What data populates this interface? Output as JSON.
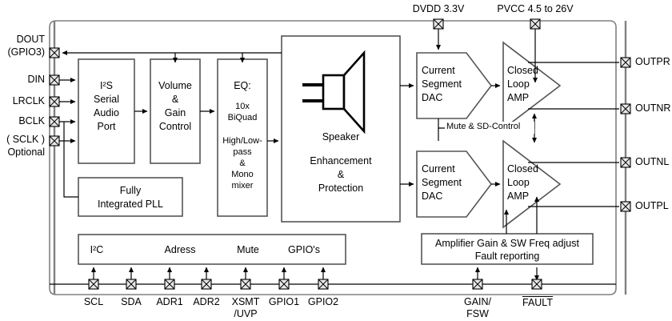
{
  "diagram": {
    "title_semantic": "audio-amplifier-block-diagram",
    "colors": {
      "frame_stroke": "#808080",
      "block_stroke": "#555555",
      "line_stroke": "#000000",
      "background": "#ffffff",
      "text": "#000000"
    }
  },
  "supply_pins": [
    {
      "label": "DVDD 3.3V",
      "name": "dvdd-supply-pin"
    },
    {
      "label": "PVCC 4.5 to 26V",
      "name": "pvcc-supply-pin"
    }
  ],
  "left_pins": [
    {
      "label": "DOUT",
      "sublabel": "(GPIO3)",
      "name": "pin-dout-gpio3"
    },
    {
      "label": "DIN",
      "sublabel": "",
      "name": "pin-din"
    },
    {
      "label": "LRCLK",
      "sublabel": "",
      "name": "pin-lrclk"
    },
    {
      "label": "BCLK",
      "sublabel": "",
      "name": "pin-bclk"
    },
    {
      "label": "( SCLK )",
      "sublabel": "Optional",
      "name": "pin-sclk-optional"
    }
  ],
  "right_pins": [
    {
      "label": "OUTPR",
      "name": "pin-outpr"
    },
    {
      "label": "OUTNR",
      "name": "pin-outnr"
    },
    {
      "label": "OUTNL",
      "name": "pin-outnl"
    },
    {
      "label": "OUTPL",
      "name": "pin-outpl"
    }
  ],
  "bottom_pins": [
    {
      "label": "SCL",
      "sublabel": "",
      "name": "pin-scl"
    },
    {
      "label": "SDA",
      "sublabel": "",
      "name": "pin-sda"
    },
    {
      "label": "ADR1",
      "sublabel": "",
      "name": "pin-adr1"
    },
    {
      "label": "ADR2",
      "sublabel": "",
      "name": "pin-adr2"
    },
    {
      "label": "XSMT",
      "sublabel": "/UVP",
      "name": "pin-xsmt-uvp"
    },
    {
      "label": "GPIO1",
      "sublabel": "",
      "name": "pin-gpio1"
    },
    {
      "label": "GPIO2",
      "sublabel": "",
      "name": "pin-gpio2"
    }
  ],
  "bottom_right_pins": [
    {
      "label": "GAIN/",
      "sublabel": "FSW",
      "overline": false,
      "name": "pin-gain-fsw"
    },
    {
      "label": "FAULT",
      "sublabel": "",
      "overline": true,
      "name": "pin-fault"
    }
  ],
  "blocks": {
    "i2s": {
      "lines": [
        "I²S",
        "Serial",
        "Audio",
        "Port"
      ],
      "name": "block-i2s-serial-audio-port"
    },
    "volume": {
      "lines": [
        "Volume",
        "&",
        "Gain",
        "Control"
      ],
      "name": "block-volume-gain-control"
    },
    "eq": {
      "heading": "EQ:",
      "group1": [
        "10x",
        "BiQuad"
      ],
      "group2": [
        "High/Low-",
        "pass",
        "&",
        "Mono",
        "mixer"
      ],
      "name": "block-eq"
    },
    "pll": {
      "lines": [
        "Fully",
        "Integrated PLL"
      ],
      "name": "block-fully-integrated-pll"
    },
    "speaker": {
      "caption": "Speaker",
      "lines": [
        "Enhancement",
        "&",
        "Protection"
      ],
      "icon": "speaker-icon",
      "name": "block-speaker-enhancement-protection"
    },
    "dac_top": {
      "lines": [
        "Current",
        "Segment",
        "DAC"
      ],
      "name": "block-current-segment-dac-right"
    },
    "dac_bottom": {
      "lines": [
        "Current",
        "Segment",
        "DAC"
      ],
      "name": "block-current-segment-dac-left"
    },
    "amp_top": {
      "lines": [
        "Closed",
        "Loop",
        "AMP"
      ],
      "name": "block-closed-loop-amp-right"
    },
    "amp_bottom": {
      "lines": [
        "Closed",
        "Loop",
        "AMP"
      ],
      "name": "block-closed-loop-amp-left"
    },
    "control": {
      "headers": [
        "I²C",
        "Adress",
        "Mute",
        "GPIO's"
      ],
      "name": "block-control-interface"
    },
    "gain_fault": {
      "lines": [
        "Amplifier Gain & SW Freq adjust",
        "Fault reporting"
      ],
      "name": "block-amplifier-gain-fault-reporting"
    }
  },
  "annotations": [
    {
      "label": "Mute & SD-Control",
      "name": "annotation-mute-sd-control"
    }
  ]
}
